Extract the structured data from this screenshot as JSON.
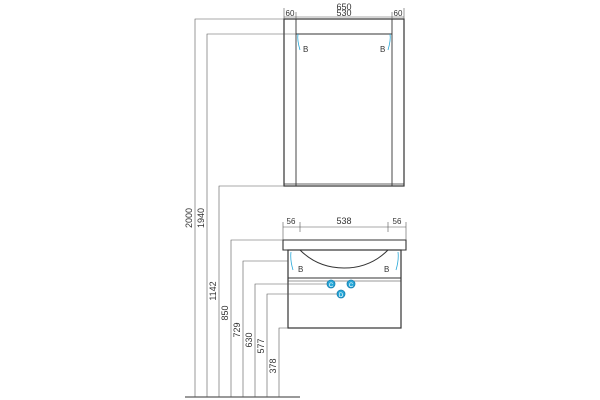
{
  "colors": {
    "line": "#333333",
    "thin": "#555555",
    "pipe_fill": "#29a8d8",
    "pipe_stroke": "#1a7fb0",
    "background": "#ffffff"
  },
  "mirror": {
    "width_total": "650",
    "width_inner": "530",
    "side_left": "60",
    "side_right": "60",
    "hinge_left": "B",
    "hinge_right": "B"
  },
  "vanity": {
    "width_inner": "538",
    "side_left": "56",
    "side_right": "56",
    "hinge_left": "B",
    "hinge_right": "B"
  },
  "heights": {
    "h2000": "2000",
    "h1940": "1940",
    "h1142": "1142",
    "h850": "850",
    "h729": "729",
    "h630": "630",
    "h577": "577",
    "h378": "378"
  },
  "connections": {
    "cold": "C",
    "hot": "C",
    "drain": "D"
  }
}
